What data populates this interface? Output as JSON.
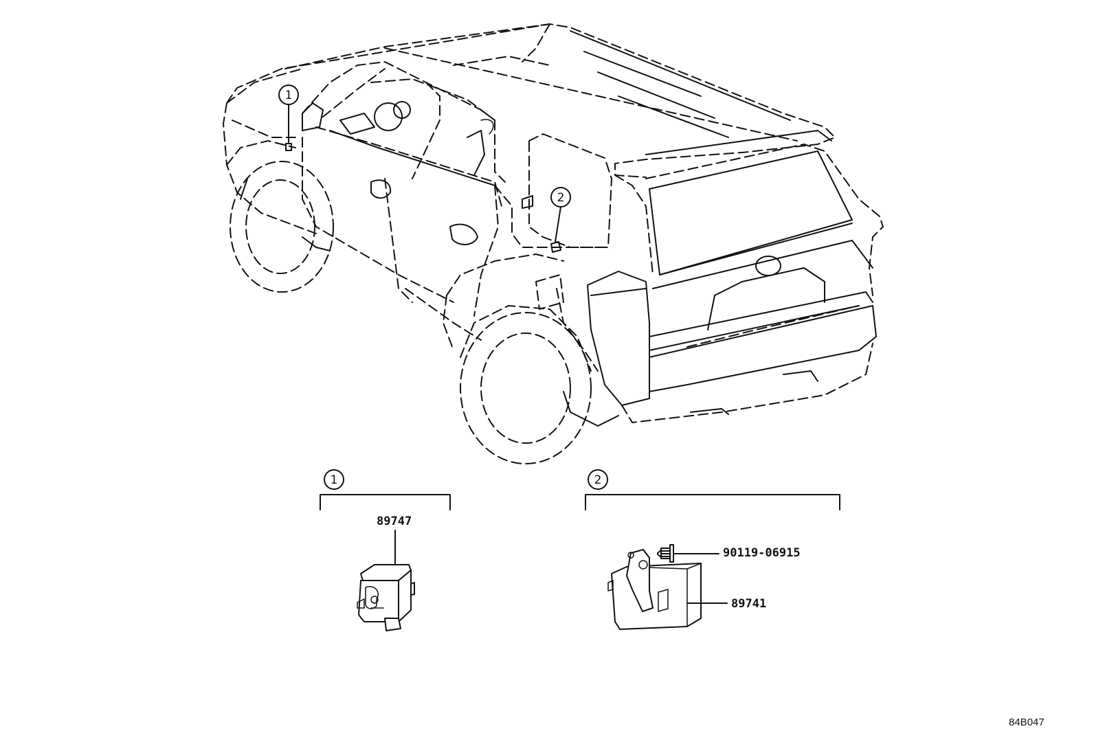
{
  "callouts": {
    "one": "1",
    "two": "2"
  },
  "groups": [
    {
      "callout": "1",
      "parts": [
        "89747"
      ]
    },
    {
      "callout": "2",
      "parts": [
        "90119-06915",
        "89741"
      ]
    }
  ],
  "labels": {
    "part_89747": "89747",
    "part_90119": "90119-06915",
    "part_89741": "89741"
  },
  "reference_code": "84B047"
}
